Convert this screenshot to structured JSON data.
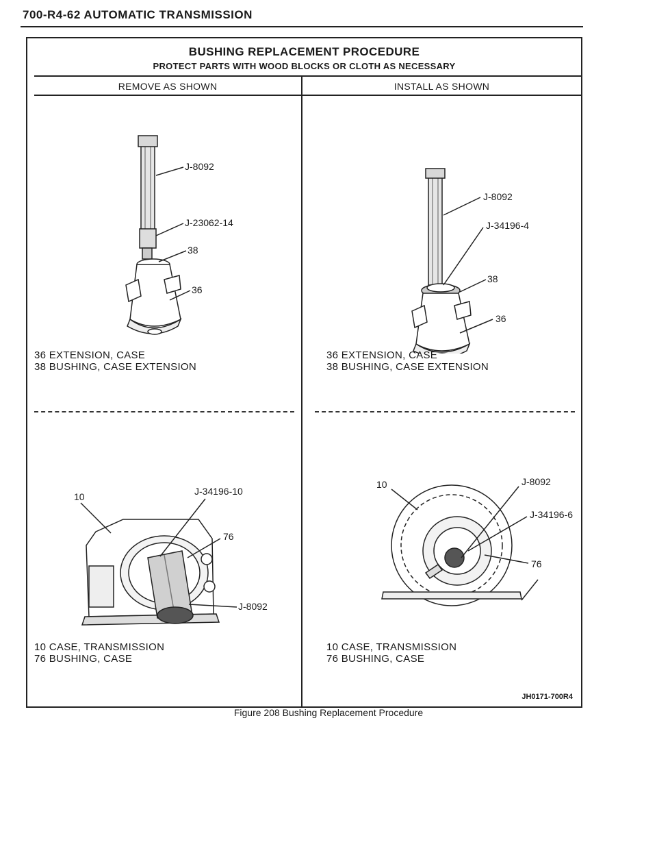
{
  "header": {
    "title": "700-R4-62 AUTOMATIC TRANSMISSION"
  },
  "table": {
    "title": "BUSHING REPLACEMENT PROCEDURE",
    "subtitle": "PROTECT PARTS WITH WOOD BLOCKS OR CLOTH AS NECESSARY",
    "columns": [
      "REMOVE AS SHOWN",
      "INSTALL AS SHOWN"
    ]
  },
  "panels": {
    "top_left": {
      "labels": [
        "J-8092",
        "J-23062-14",
        "38",
        "36"
      ],
      "caption": [
        "36  EXTENSION, CASE",
        "38  BUSHING, CASE EXTENSION"
      ]
    },
    "top_right": {
      "labels": [
        "J-8092",
        "J-34196-4",
        "38",
        "36"
      ],
      "caption": [
        "36  EXTENSION, CASE",
        "38  BUSHING, CASE EXTENSION"
      ]
    },
    "bottom_left": {
      "labels": [
        "10",
        "J-34196-10",
        "76",
        "J-8092"
      ],
      "caption": [
        "10  CASE, TRANSMISSION",
        "76  BUSHING, CASE"
      ]
    },
    "bottom_right": {
      "labels": [
        "10",
        "J-8092",
        "J-34196-6",
        "76"
      ],
      "caption": [
        "10  CASE, TRANSMISSION",
        "76  BUSHING, CASE"
      ]
    }
  },
  "figure_code": "JH0171-700R4",
  "figure_caption": "Figure 208 Bushing Replacement Procedure"
}
